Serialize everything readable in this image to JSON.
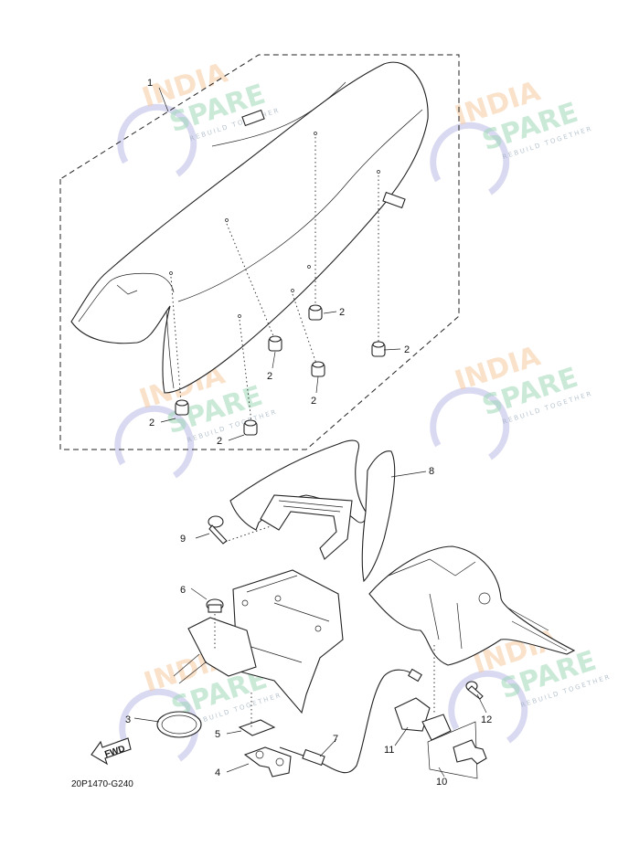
{
  "diagram": {
    "callouts": [
      "1",
      "2",
      "3",
      "4",
      "5",
      "6",
      "7",
      "8",
      "9",
      "10",
      "11",
      "12"
    ],
    "fwd_label": "FWD",
    "drawing_code": "20P1470-G240"
  },
  "watermark": {
    "line1": "INDIA",
    "line2": "SPARE",
    "tagline": "REBUILD TOGETHER"
  }
}
